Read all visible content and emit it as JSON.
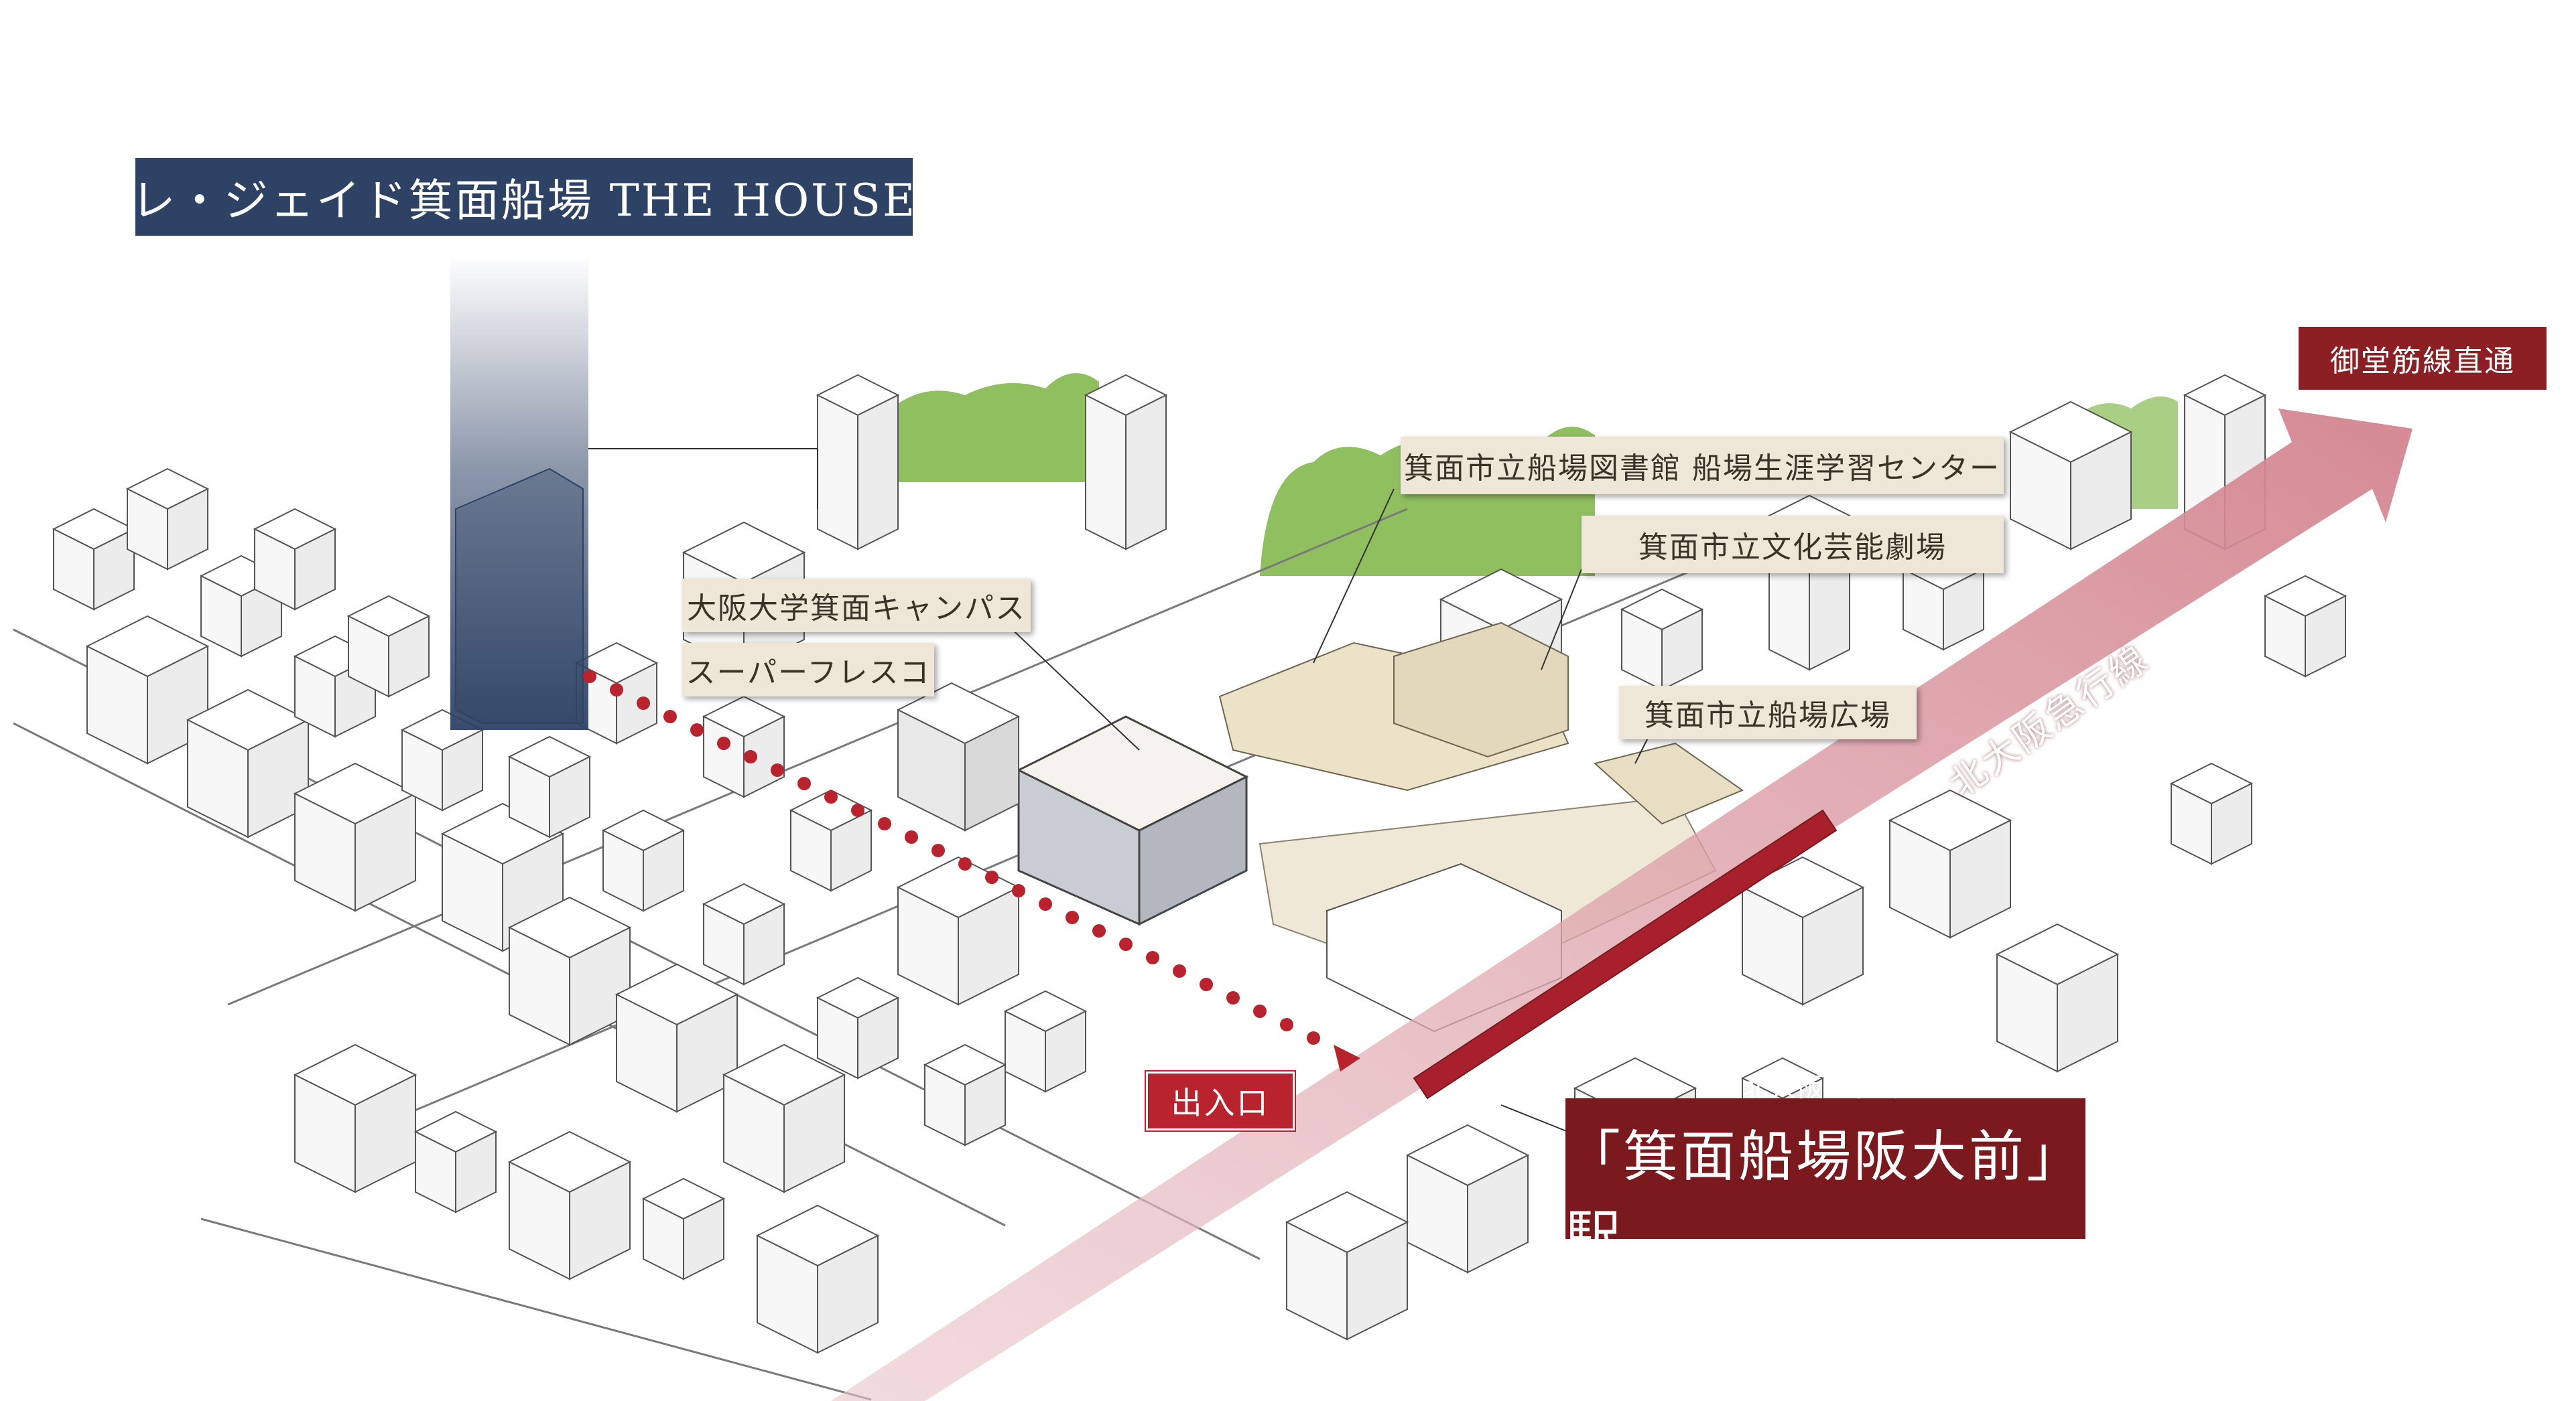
{
  "labels": {
    "property": "レ・ジェイド箕面船場 THE HOUSE",
    "through_service": "御堂筋線直通",
    "library": "箕面市立船場図書館 船場生涯学習センター",
    "theater": "箕面市立文化芸能劇場",
    "osaka_univ": "大阪大学箕面キャンパス",
    "supermarket": "スーパーフレスコ",
    "plaza": "箕面市立船場広場",
    "rail_line": "北大阪急行線",
    "entrance": "出入口",
    "station_line": "北大阪急行線",
    "station_name": "「箕面船場阪大前」駅"
  },
  "colors": {
    "navy": "#2e4265",
    "beige_label": "#eee6d6",
    "rail_red": "#c9707c",
    "station_red": "#7a1a1f",
    "route_dots": "#b8232e",
    "greenery": "#8fbf5f"
  }
}
